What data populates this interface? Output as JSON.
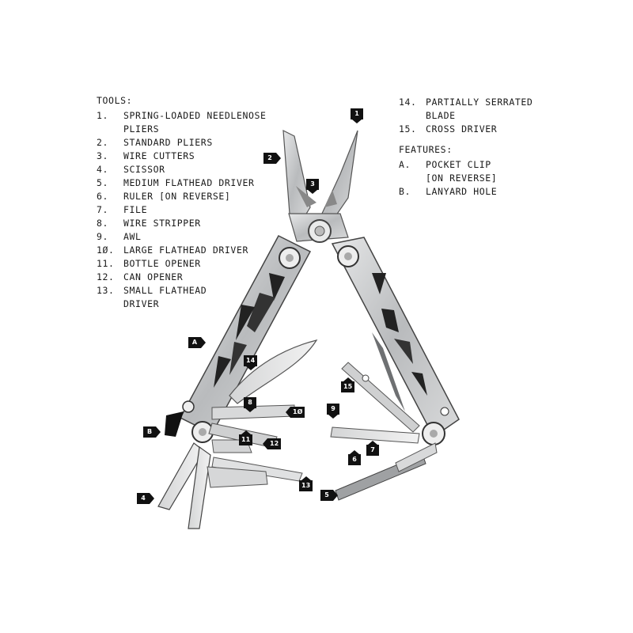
{
  "tools": {
    "heading": "TOOLS:",
    "items": [
      {
        "num": "1.",
        "label": "SPRING-LOADED NEEDLENOSE\nPLIERS"
      },
      {
        "num": "2.",
        "label": "STANDARD PLIERS"
      },
      {
        "num": "3.",
        "label": "WIRE CUTTERS"
      },
      {
        "num": "4.",
        "label": "SCISSOR"
      },
      {
        "num": "5.",
        "label": "MEDIUM FLATHEAD DRIVER"
      },
      {
        "num": "6.",
        "label": "RULER [ON REVERSE]"
      },
      {
        "num": "7.",
        "label": "FILE"
      },
      {
        "num": "8.",
        "label": "WIRE STRIPPER"
      },
      {
        "num": "9.",
        "label": "AWL"
      },
      {
        "num": "1Ø.",
        "label": "LARGE FLATHEAD DRIVER"
      },
      {
        "num": "11.",
        "label": "BOTTLE OPENER"
      },
      {
        "num": "12.",
        "label": "CAN OPENER"
      },
      {
        "num": "13.",
        "label": "SMALL FLATHEAD\nDRIVER"
      },
      {
        "num": "14.",
        "label": "PARTIALLY SERRATED\nBLADE"
      },
      {
        "num": "15.",
        "label": "CROSS DRIVER"
      }
    ]
  },
  "features": {
    "heading": "FEATURES:",
    "items": [
      {
        "num": "A.",
        "label": "POCKET CLIP\n[ON REVERSE]"
      },
      {
        "num": "B.",
        "label": "LANYARD HOLE"
      }
    ]
  },
  "callouts": {
    "c1": "1",
    "c2": "2",
    "c3": "3",
    "c4": "4",
    "c5": "5",
    "c6": "6",
    "c7": "7",
    "c8": "8",
    "c9": "9",
    "c10": "1Ø",
    "c11": "11",
    "c12": "12",
    "c13": "13",
    "c14": "14",
    "c15": "15",
    "cA": "A",
    "cB": "B"
  },
  "colors": {
    "steel": "#c9cacb",
    "steel_dark": "#8d8f91",
    "ink": "#111111"
  }
}
